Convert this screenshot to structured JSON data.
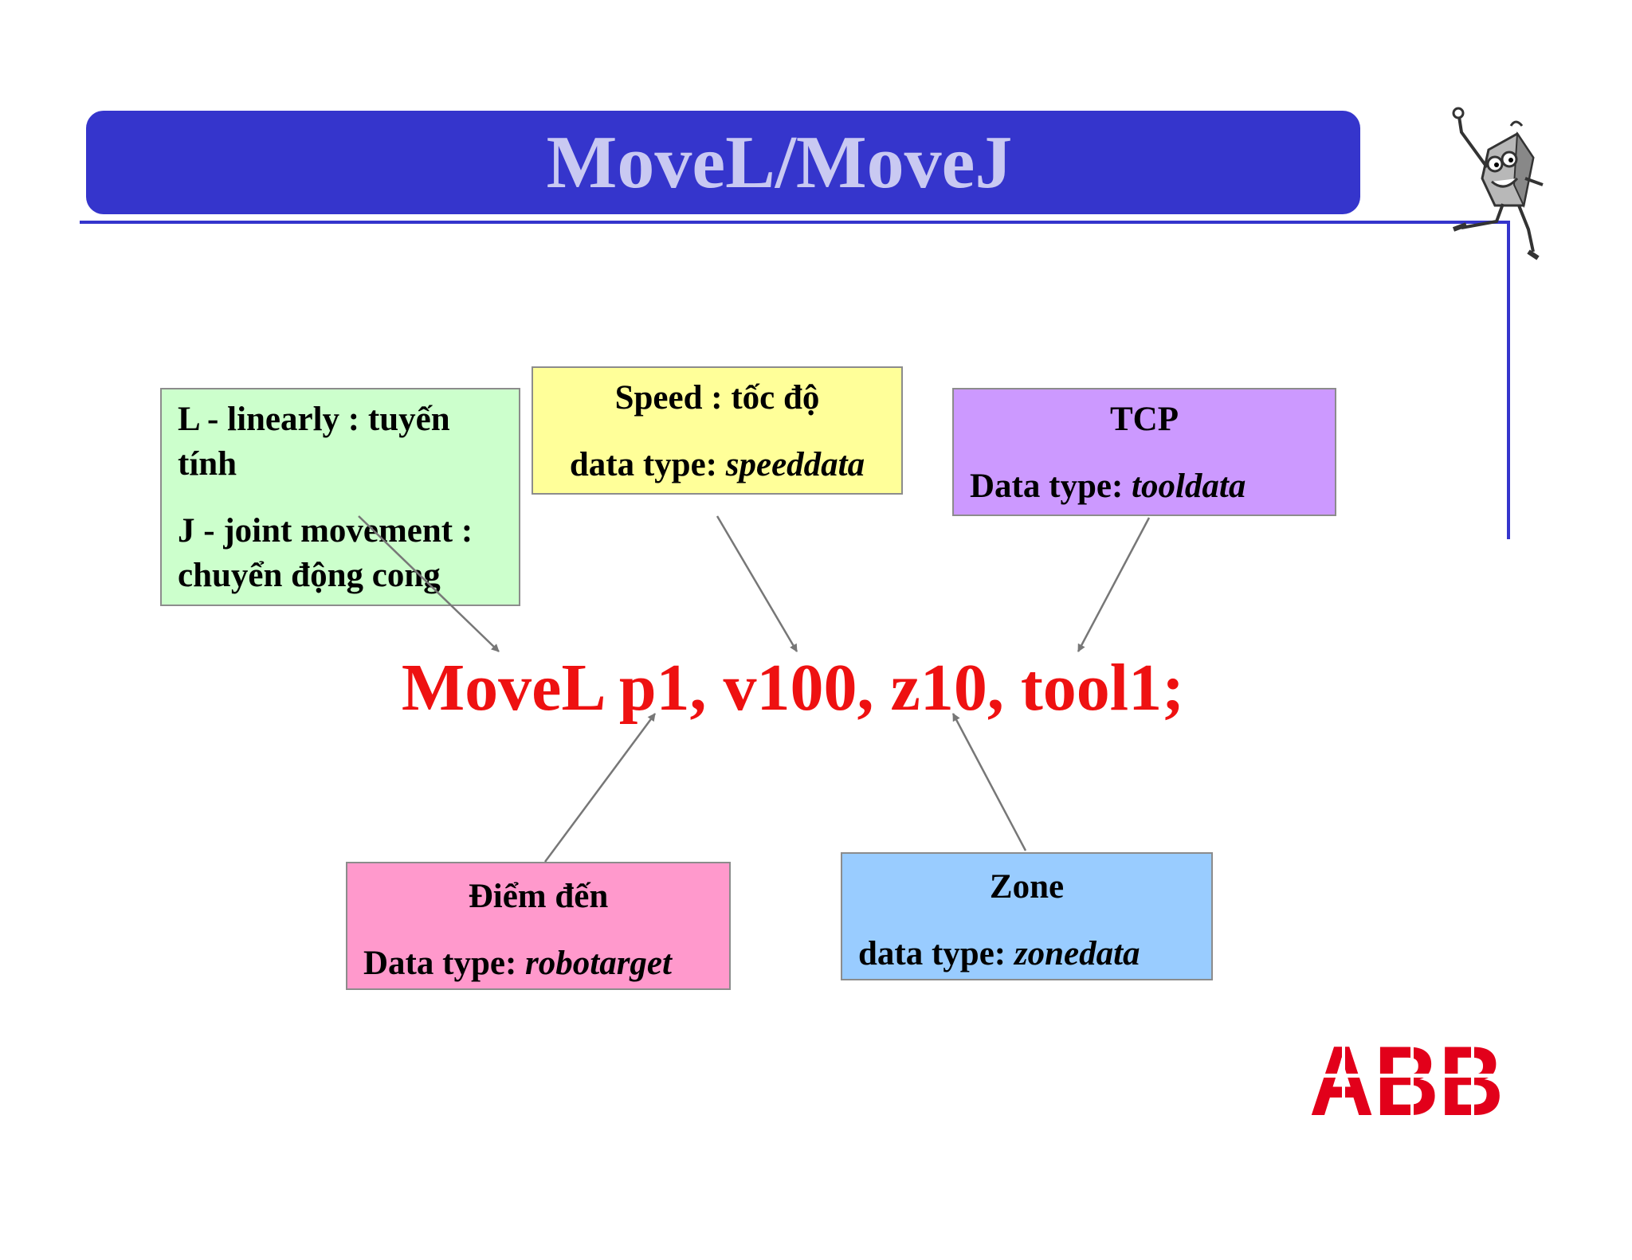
{
  "title": "MoveL/MoveJ",
  "instruction": "MoveL p1, v100, z10, tool1;",
  "boxes": {
    "move_type": {
      "line1": "L -  linearly : tuyến tính",
      "line2": "J -  joint movement : chuyển động cong"
    },
    "speed": {
      "heading": "Speed : tốc độ",
      "type_prefix": "data type: ",
      "type_value": "speeddata"
    },
    "tcp": {
      "heading": "TCP",
      "type_prefix": "Data type: ",
      "type_value": "tooldata"
    },
    "target": {
      "heading": "Điểm đến",
      "type_prefix": "Data type: ",
      "type_value": "robotarget"
    },
    "zone": {
      "heading": "Zone",
      "type_prefix": "data type: ",
      "type_value": "zonedata"
    }
  },
  "logo": "ABB",
  "colors": {
    "title_bar": "#3535cc",
    "title_text": "#c9c9f2",
    "instruction": "#ee1111",
    "green_box": "#ccffcc",
    "yellow_box": "#ffff99",
    "purple_box": "#cc99ff",
    "pink_box": "#ff99cc",
    "blue_box": "#99ccff",
    "logo": "#e2001a"
  },
  "icons": [
    "robot-mascot-icon",
    "abb-logo"
  ]
}
